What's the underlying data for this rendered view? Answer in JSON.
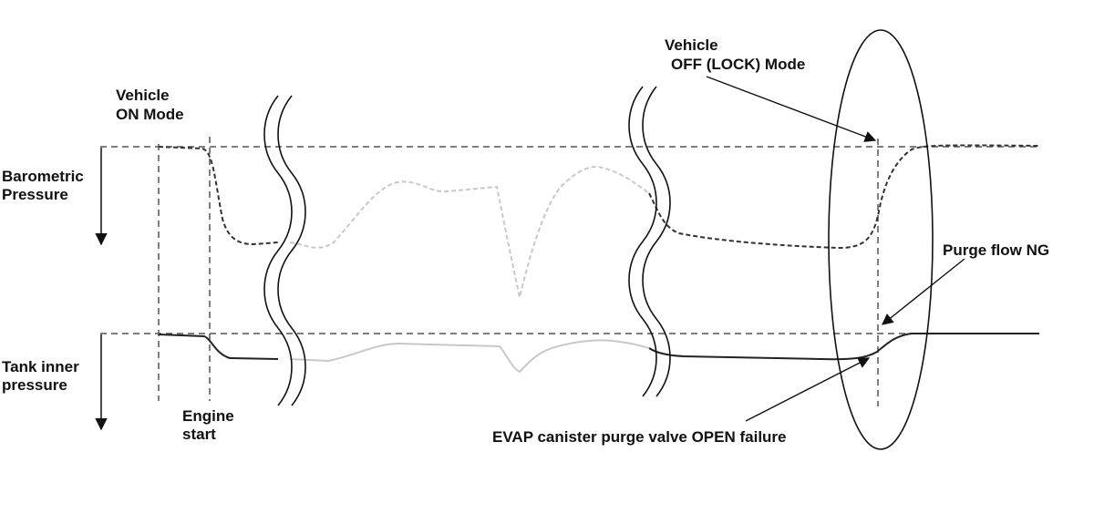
{
  "labels": {
    "vehicle_on_line1": "Vehicle",
    "vehicle_on_line2": "ON Mode",
    "vehicle_off_line1": "Vehicle",
    "vehicle_off_line2": "OFF (LOCK) Mode",
    "barometric_line1": "Barometric",
    "barometric_line2": "Pressure",
    "tank_line1": "Tank inner",
    "tank_line2": "pressure",
    "engine_line1": "Engine",
    "engine_line2": "start",
    "purge_flow_ng": "Purge flow NG",
    "evap_failure": "EVAP canister purge valve OPEN failure"
  },
  "colors": {
    "ink": "#111111",
    "dashed_reference": "#555555",
    "faded_trace": "#c8c8c8"
  }
}
